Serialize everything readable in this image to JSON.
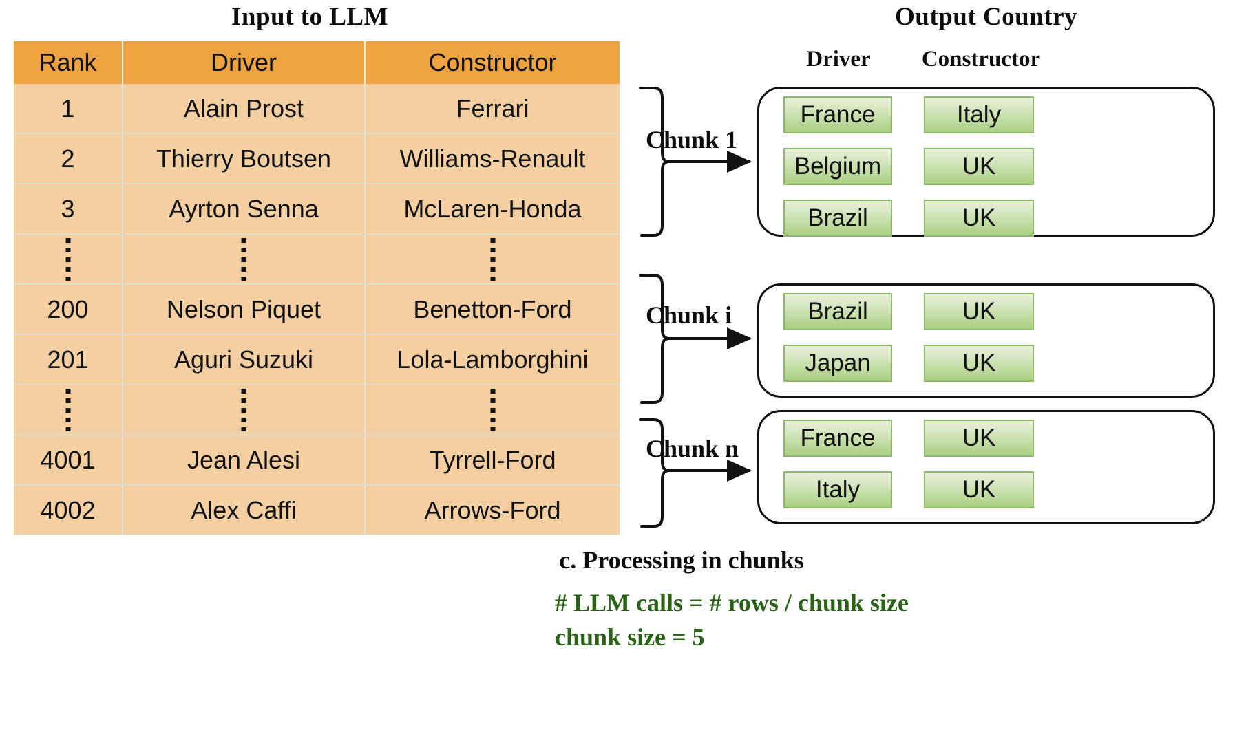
{
  "input": {
    "title": "Input to LLM",
    "columns": [
      "Rank",
      "Driver",
      "Constructor"
    ],
    "rows": [
      {
        "type": "data",
        "rank": "1",
        "driver": "Alain Prost",
        "constructor": "Ferrari"
      },
      {
        "type": "data",
        "rank": "2",
        "driver": "Thierry Boutsen",
        "constructor": "Williams-Renault"
      },
      {
        "type": "data",
        "rank": "3",
        "driver": "Ayrton Senna",
        "constructor": "McLaren-Honda"
      },
      {
        "type": "ellipsis",
        "rank": "",
        "driver": "",
        "constructor": ""
      },
      {
        "type": "data",
        "rank": "200",
        "driver": "Nelson Piquet",
        "constructor": "Benetton-Ford"
      },
      {
        "type": "data",
        "rank": "201",
        "driver": "Aguri Suzuki",
        "constructor": "Lola-Lamborghini"
      },
      {
        "type": "ellipsis",
        "rank": "",
        "driver": "",
        "constructor": ""
      },
      {
        "type": "data",
        "rank": "4001",
        "driver": "Jean Alesi",
        "constructor": "Tyrrell-Ford"
      },
      {
        "type": "data",
        "rank": "4002",
        "driver": "Alex Caffi",
        "constructor": "Arrows-Ford"
      }
    ]
  },
  "output": {
    "title": "Output Country",
    "sub_driver": "Driver",
    "sub_constructor": "Constructor",
    "groups": [
      {
        "chunk_label": "Chunk 1",
        "pairs": [
          {
            "driver": "France",
            "constructor": "Italy"
          },
          {
            "driver": "Belgium",
            "constructor": "UK"
          },
          {
            "driver": "Brazil",
            "constructor": "UK"
          }
        ]
      },
      {
        "chunk_label": "Chunk i",
        "pairs": [
          {
            "driver": "Brazil",
            "constructor": "UK"
          },
          {
            "driver": "Japan",
            "constructor": "UK"
          }
        ]
      },
      {
        "chunk_label": "Chunk n",
        "pairs": [
          {
            "driver": "France",
            "constructor": "UK"
          },
          {
            "driver": "Italy",
            "constructor": "UK"
          }
        ]
      }
    ]
  },
  "caption": "c.  Processing in chunks",
  "formula_line_1": "# LLM calls = # rows / chunk size",
  "formula_line_2": "chunk size = 5",
  "colors": {
    "header_orange": "#EDA340",
    "cell_peach": "#F3CFA1",
    "chip_green_top": "#E7F0D9",
    "chip_green_bottom": "#AACF82",
    "chip_border": "#8FB86A",
    "formula_green": "#2A6318",
    "outline_black": "#111111"
  }
}
